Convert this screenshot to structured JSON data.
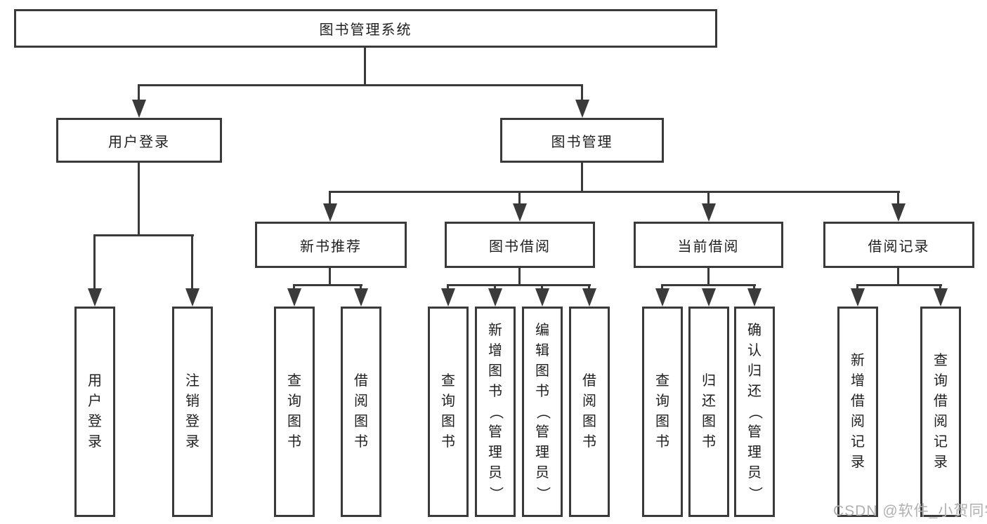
{
  "colors": {
    "line": "#3a3a3a",
    "text": "#1f1f1f",
    "watermark": "#b0b0b0"
  },
  "watermark": {
    "text": "CSDN @软件_小贺同学"
  },
  "tree": {
    "root": {
      "label": "图书管理系统"
    },
    "children": [
      {
        "label": "用户登录",
        "children": [
          {
            "label": "用户登录"
          },
          {
            "label": "注销登录"
          }
        ]
      },
      {
        "label": "图书管理",
        "children": [
          {
            "label": "新书推荐",
            "children": [
              {
                "label": "查询图书"
              },
              {
                "label": "借阅图书"
              }
            ]
          },
          {
            "label": "图书借阅",
            "children": [
              {
                "label": "查询图书"
              },
              {
                "label": "新增图书（管理员）"
              },
              {
                "label": "编辑图书（管理员）"
              },
              {
                "label": "借阅图书"
              }
            ]
          },
          {
            "label": "当前借阅",
            "children": [
              {
                "label": "查询图书"
              },
              {
                "label": "归还图书"
              },
              {
                "label": "确认归还（管理员）"
              }
            ]
          },
          {
            "label": "借阅记录",
            "children": [
              {
                "label": "新增借阅记录"
              },
              {
                "label": "查询借阅记录"
              }
            ]
          }
        ]
      }
    ]
  }
}
